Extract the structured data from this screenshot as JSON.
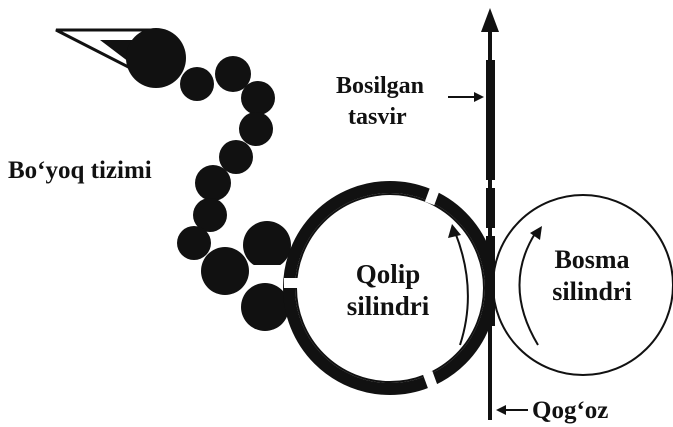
{
  "labels": {
    "ink_system": "Bo‘yoq tizimi",
    "printed_image_line1": "Bosilgan",
    "printed_image_line2": "tasvir",
    "plate_cylinder_line1": "Qolip",
    "plate_cylinder_line2": "silindri",
    "impression_cylinder_line1": "Bosma",
    "impression_cylinder_line2": "silindri",
    "paper": "Qog‘oz"
  },
  "colors": {
    "ink": "#111111",
    "paper_bg": "#ffffff"
  }
}
